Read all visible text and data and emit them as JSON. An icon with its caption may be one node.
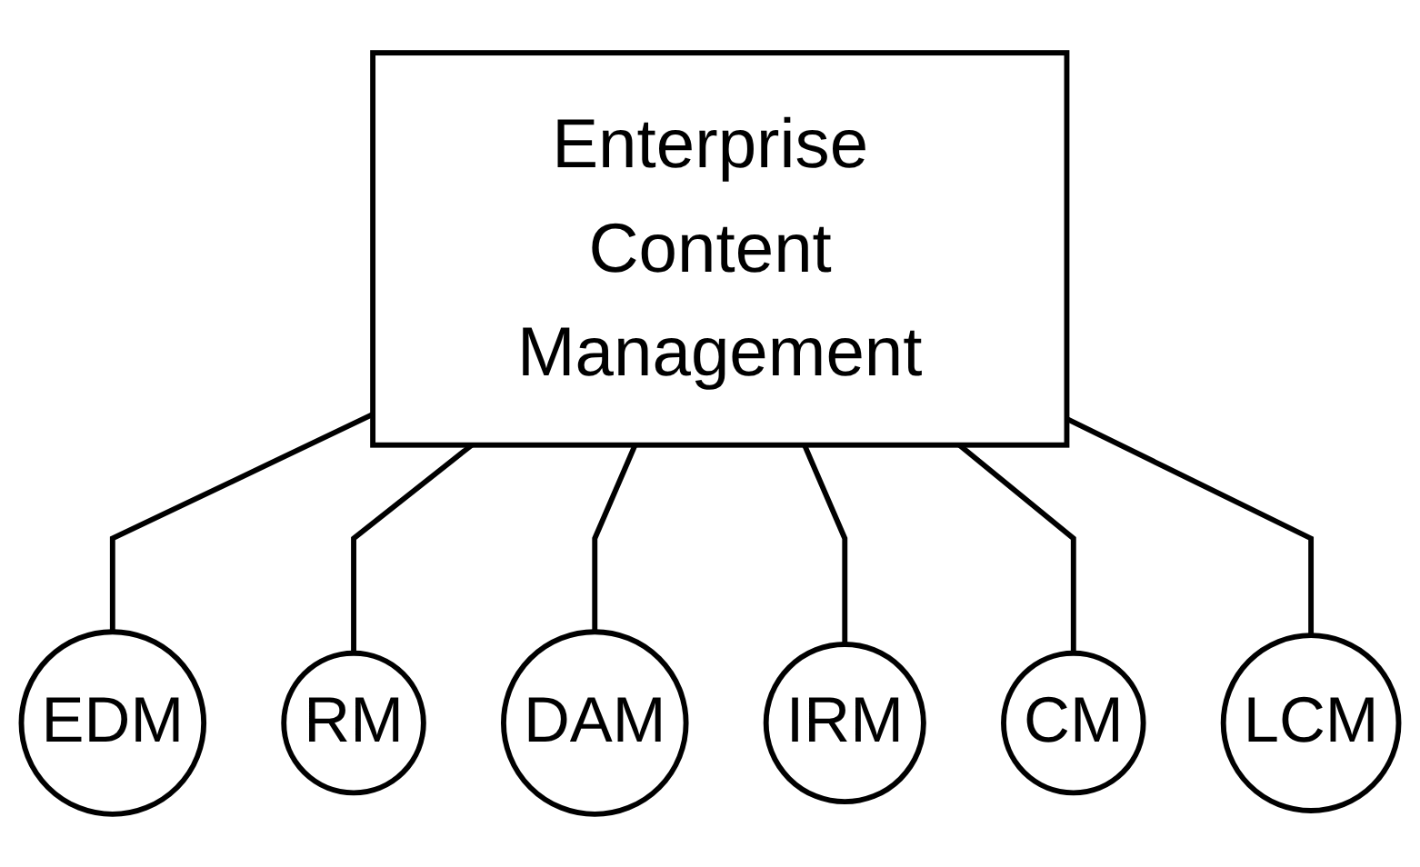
{
  "diagram": {
    "nodes": [
      {
        "text": [
          "Enterprise Content Management"
        ]
      },
      {
        "text": [
          "EDM"
        ]
      },
      {
        "text": [
          "RM"
        ]
      },
      {
        "text": [
          "DAM"
        ]
      },
      {
        "text": [
          "IRM"
        ]
      },
      {
        "text": [
          "CM"
        ]
      },
      {
        "text": [
          "LCM"
        ]
      }
    ],
    "edges": [
      {
        "from": 0,
        "to": 1,
        "arrow": "none"
      },
      {
        "from": 0,
        "to": 2,
        "arrow": "none"
      },
      {
        "from": 0,
        "to": 3,
        "arrow": "none"
      },
      {
        "from": 0,
        "to": 4,
        "arrow": "none"
      },
      {
        "from": 0,
        "to": 5,
        "arrow": "none"
      },
      {
        "from": 0,
        "to": 6,
        "arrow": "none"
      }
    ]
  }
}
